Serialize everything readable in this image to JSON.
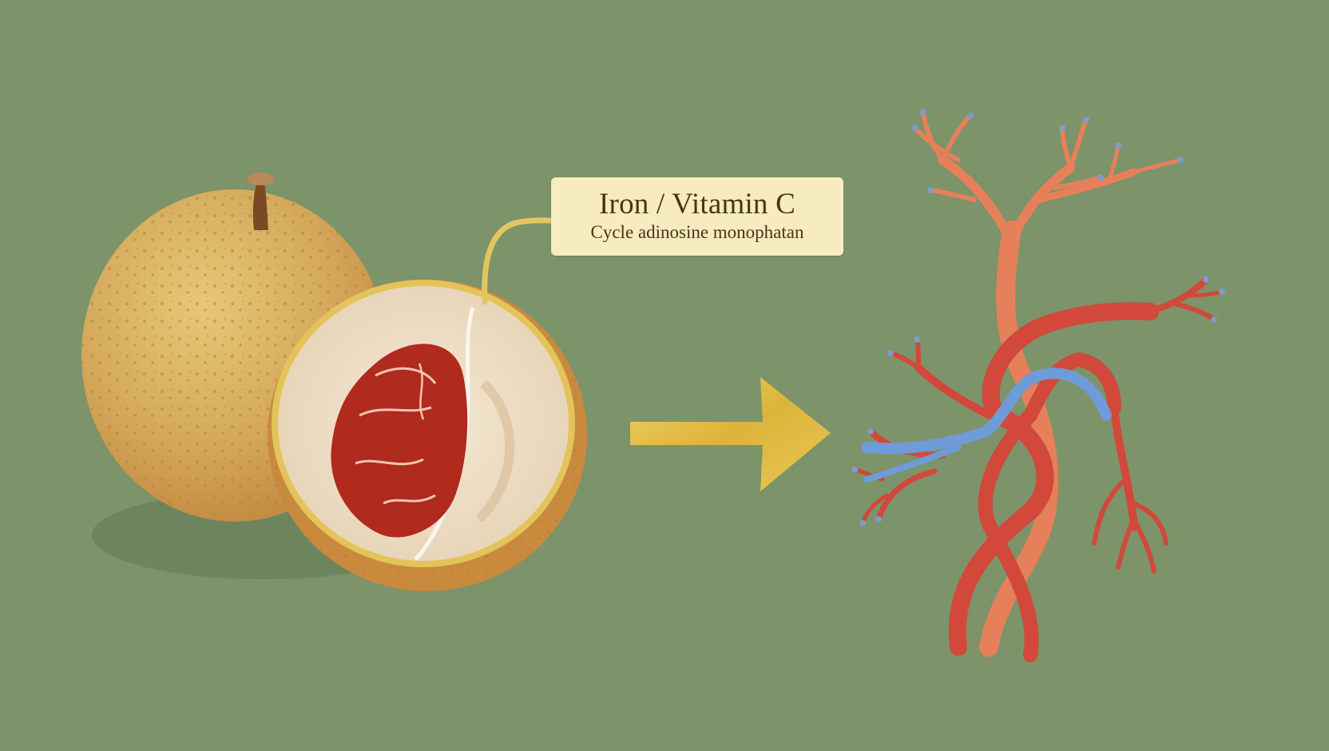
{
  "scene": {
    "background_color": "#7d9369",
    "description": "Illustration: pear and halved fruit with red core, gold arrow pointing to branching blood vessels"
  },
  "label": {
    "title": "Iron / Vitamin C",
    "subtitle": "Cycle adinosine monophatan",
    "background_color": "#f6ecc0",
    "text_color": "#4a3418"
  },
  "illustration": {
    "left": {
      "name": "whole pear",
      "color": "#d4a85a"
    },
    "middle": {
      "name": "halved fruit with red core",
      "flesh_color": "#f1e2c8",
      "core_color": "#b02a1e"
    },
    "arrow": {
      "color": "#e0bb3c",
      "direction": "right"
    },
    "right": {
      "name": "blood vessel network",
      "artery_color": "#d2483a",
      "trunk_color": "#e6805a",
      "vein_color": "#6f9bd8"
    }
  }
}
